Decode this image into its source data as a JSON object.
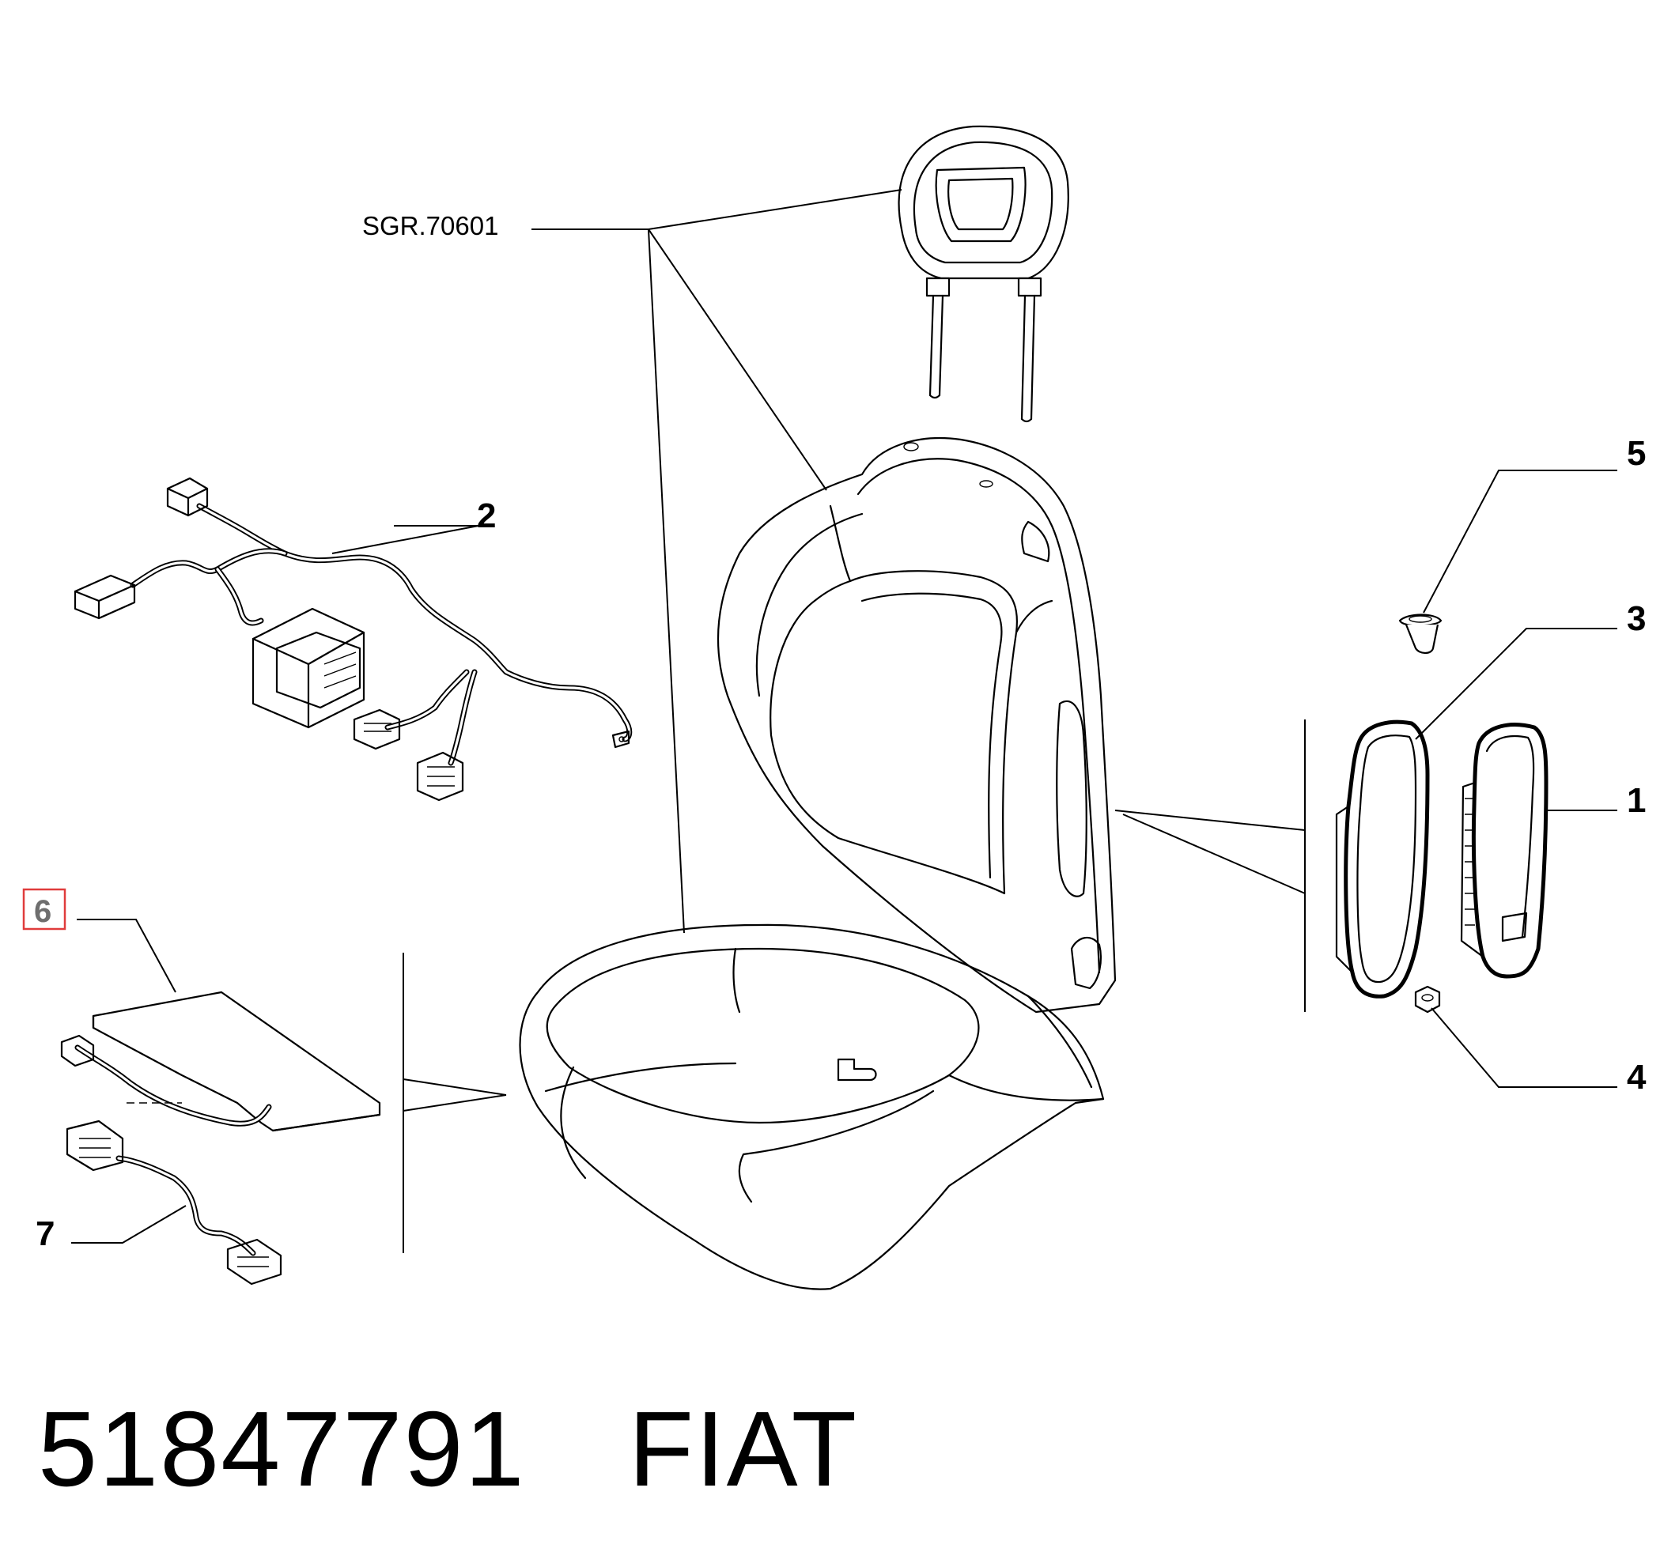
{
  "diagram": {
    "group_ref": "SGR.70601",
    "callouts": [
      {
        "id": "1",
        "text": "1"
      },
      {
        "id": "2",
        "text": "2"
      },
      {
        "id": "3",
        "text": "3"
      },
      {
        "id": "4",
        "text": "4"
      },
      {
        "id": "5",
        "text": "5"
      },
      {
        "id": "6",
        "text": "6",
        "highlighted": true
      },
      {
        "id": "7",
        "text": "7"
      }
    ],
    "highlight_color": "#e03c3c"
  },
  "footer": {
    "part_number": "51847791",
    "brand": "FIAT"
  }
}
